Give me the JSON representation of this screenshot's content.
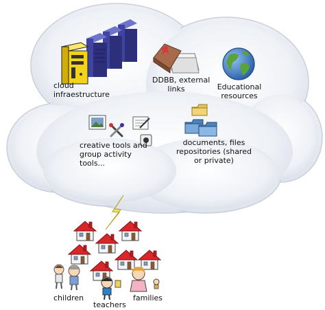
{
  "labels": {
    "cloud_infra": "cloud\ninfraestructure",
    "ddbb": "DDBB, external\nlinks",
    "educational": "Educational\nresources",
    "creative": "creative tools and\ngroup activity\ntools...",
    "documents": "documents, files\nrepositories (shared\nor private)",
    "children": "children",
    "teachers": "teachers",
    "families": "families"
  },
  "colors": {
    "cloud_fill": "#e4e9f0",
    "cloud_edge": "#c7cfda",
    "server_yellow": "#f3d21c",
    "server_blue": "#3b3f93",
    "roof_red": "#d8262b",
    "lightning": "#f2e25a",
    "folder": "#e7c25a",
    "folder_blue": "#6e9fd0",
    "globe_sea": "#3a74c2",
    "globe_land": "#5aa23a"
  },
  "icons": [
    "server-icon",
    "book-icon",
    "globe-icon",
    "folder-icon",
    "tools-icon",
    "lightning-icon",
    "house-icon",
    "child-icon",
    "teacher-icon",
    "family-icon"
  ]
}
